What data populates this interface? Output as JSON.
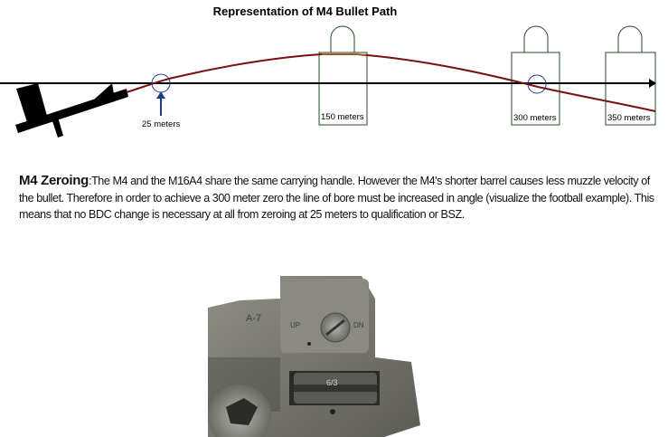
{
  "title": "Representation of M4 Bullet Path",
  "targets": [
    {
      "label": "25 meters"
    },
    {
      "label": "150 meters"
    },
    {
      "label": "300 meters"
    },
    {
      "label": "350 meters"
    }
  ],
  "colors": {
    "trajectory": "#7a1010",
    "target": "#1f4d1f",
    "aim_circle": "#1f3a8a",
    "arrow": "#1f3a8a"
  },
  "paragraph": {
    "heading": "M4 Zeroing",
    "body": ":The M4 and the M16A4 share the same carrying handle.  However the M4's shorter barrel causes less muzzle velocity of the bullet.  Therefore in order to achieve a 300 meter zero the line of bore must be increased in angle (visualize the football example).  This means that no BDC change is necessary at all from zeroing at 25 meters to qualification or BSZ."
  },
  "photo": {
    "marking": "A-7",
    "up": "UP",
    "dn": "DN",
    "drum": "6/3"
  }
}
